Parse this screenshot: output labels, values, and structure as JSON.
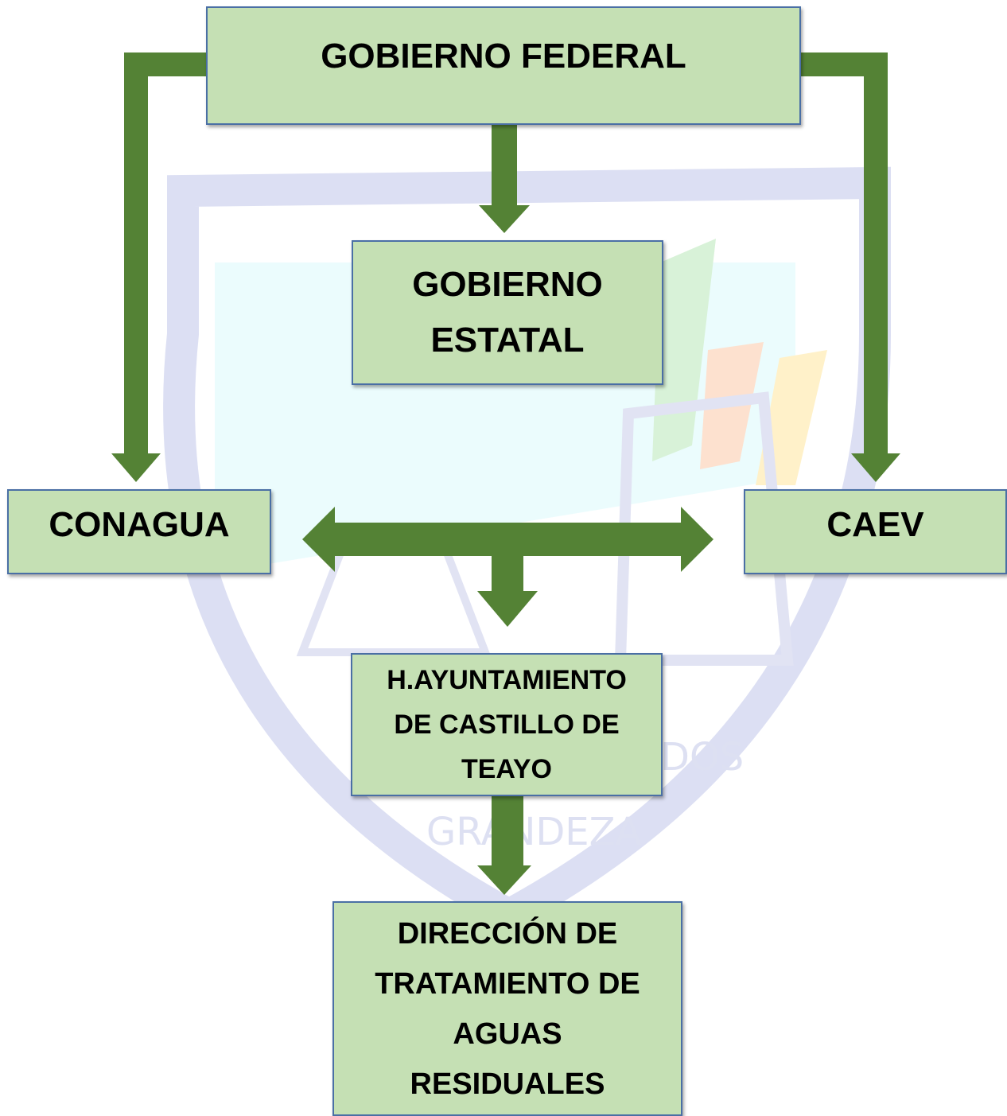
{
  "boxes": {
    "federal": "GOBIERNO FEDERAL",
    "estatal": "GOBIERNO ESTATAL",
    "conagua": "CONAGUA",
    "caev": "CAEV",
    "ayuntamiento": "H.AYUNTAMIENTO DE CASTILLO DE TEAYO",
    "direccion": "DIRECCIÓN DE TRATAMIENTO DE AGUAS RESIDUALES"
  },
  "watermark": {
    "text_line1": "DOS",
    "text_line2": "GRANDEZA"
  },
  "colors": {
    "box_fill": "#c5e0b4",
    "box_border": "#4a6fa5",
    "arrow": "#548235",
    "watermark_outline": "#d6d9f0"
  }
}
